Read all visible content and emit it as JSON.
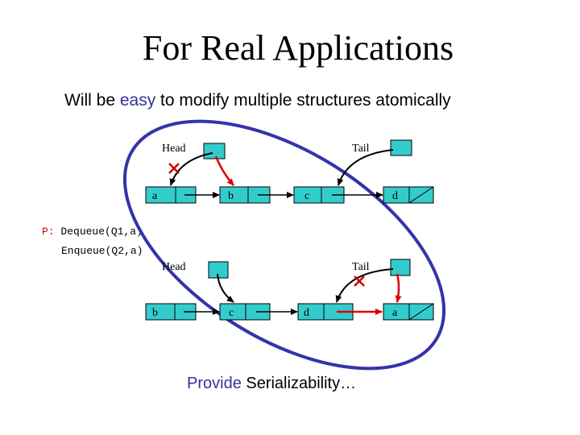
{
  "title": "For Real Applications",
  "subtitle": {
    "before": "Will be ",
    "highlight": "easy",
    "after": " to modify multiple structures atomically"
  },
  "operations": {
    "process_label": "P:",
    "dequeue": "Dequeue(Q1,a)",
    "enqueue": "Enqueue(Q2,a)"
  },
  "queue1": {
    "head_label": "Head",
    "tail_label": "Tail",
    "nodes": [
      "a",
      "b",
      "c",
      "d"
    ]
  },
  "queue2": {
    "head_label": "Head",
    "tail_label": "Tail",
    "nodes": [
      "b",
      "c",
      "d",
      "a"
    ]
  },
  "footer": {
    "highlight": "Provide",
    "rest": " Serializability…"
  },
  "colors": {
    "node_fill": "#33cccc",
    "ellipse": "#3333aa",
    "new_pointer": "#dd0000",
    "removed_mark": "#cc0000"
  }
}
